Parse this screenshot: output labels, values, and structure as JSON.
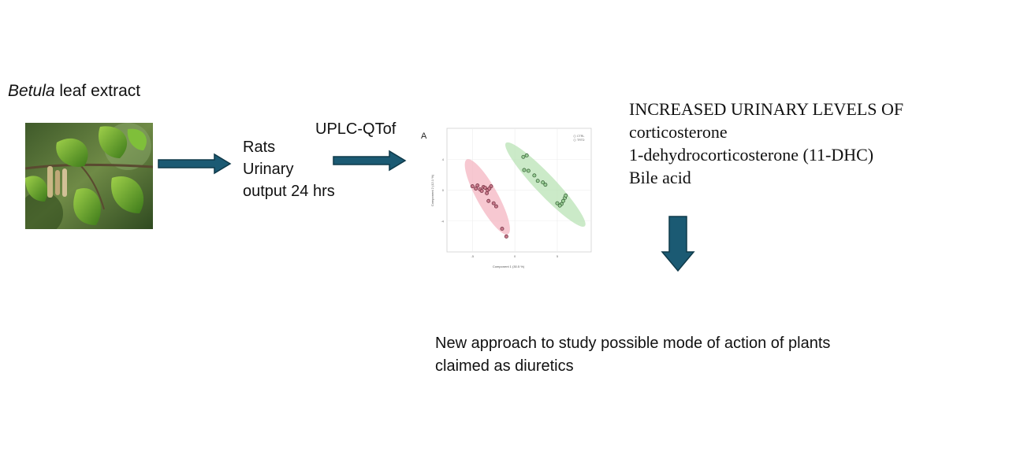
{
  "source": {
    "title_italic": "Betula",
    "title_rest": " leaf extract",
    "image": "birch-leaves-catkins-photo"
  },
  "model": {
    "line1": "Rats",
    "line2": "Urinary",
    "line3": "output 24 hrs"
  },
  "method": "UPLC-QTof",
  "plot": {
    "panel_label": "A",
    "x_axis_label": "Component 1 (30.5 %)",
    "y_axis_label": "Component 2 (12.1 %)",
    "x_ticks": [
      "-5",
      "0",
      "5"
    ],
    "y_ticks": [
      "4",
      "0",
      "-4"
    ],
    "legend": [
      "CTRL",
      "TRTD"
    ],
    "colors": {
      "ctrl": "#f4b6c2",
      "trtd": "#b9e3b5"
    }
  },
  "chart_data": {
    "type": "scatter",
    "xlabel": "Component 1 (30.5 %)",
    "ylabel": "Component 2 (12.1 %)",
    "xlim": [
      -8,
      9
    ],
    "ylim": [
      -8,
      8
    ],
    "x_ticks": [
      -5,
      0,
      5
    ],
    "y_ticks": [
      4,
      0,
      -4
    ],
    "series": [
      {
        "name": "CTRL",
        "x": [
          -5,
          -4.6,
          -4.4,
          -4.1,
          -3.7,
          -3.9,
          -3.5,
          -3.2,
          -2.8,
          -3.3,
          -3.1,
          -2.5,
          -2.2,
          -3.0,
          -1.5,
          -1.0
        ],
        "y": [
          0.5,
          0.2,
          0.6,
          0.1,
          0.4,
          -0.1,
          0.3,
          0.0,
          0.5,
          -0.4,
          -1.4,
          -1.7,
          -2.1,
          0.2,
          -5.0,
          -6.0
        ]
      },
      {
        "name": "TRTD",
        "x": [
          1.0,
          1.4,
          1.1,
          1.6,
          2.3,
          2.7,
          3.3,
          3.6,
          5.0,
          5.5,
          5.7,
          5.9,
          6.0,
          5.3
        ],
        "y": [
          4.3,
          4.5,
          2.6,
          2.5,
          1.9,
          1.2,
          1.0,
          0.7,
          -1.7,
          -1.8,
          -1.4,
          -1.0,
          -0.7,
          -2.0
        ]
      }
    ]
  },
  "findings": {
    "heading": "INCREASED URINARY LEVELS OF",
    "items": [
      "corticosterone",
      "1-dehydrocorticosterone (11-DHC)",
      "Bile acid"
    ]
  },
  "conclusion": {
    "line1": "New approach to study possible mode of action of plants",
    "line2": "claimed as diuretics"
  },
  "arrow_color": "#1b5a73"
}
